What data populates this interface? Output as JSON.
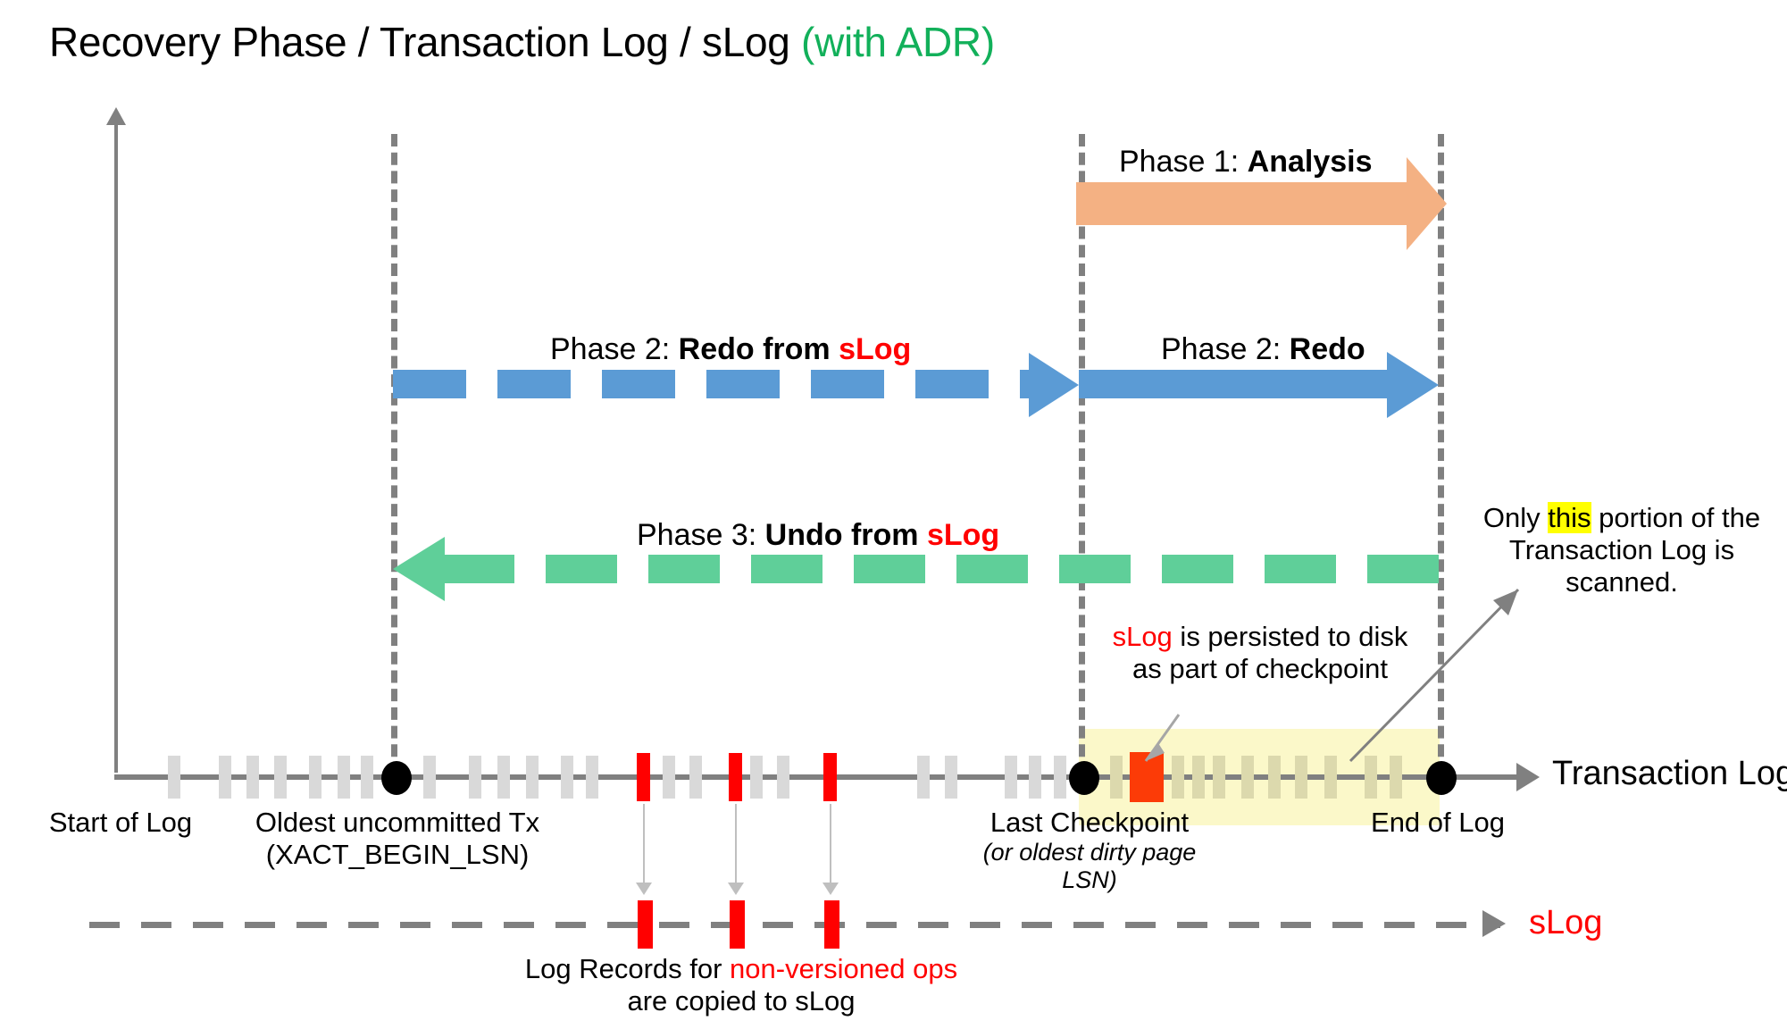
{
  "title": {
    "main": "Recovery Phase / Transaction Log / sLog ",
    "accent": "(with ADR)",
    "accent_color": "#12b05a"
  },
  "colors": {
    "analysis_arrow": "#f4b183",
    "redo_arrow": "#5b9bd5",
    "undo_arrow": "#5fcf99",
    "log_line": "#808080",
    "tick": "#d9d9d9",
    "slog_record": "#ff0000",
    "checkpoint_record": "#fc3b07",
    "highlight_band": "#fbf8c9",
    "emphasis_text": "#ff0000",
    "highlighter": "#ffff00"
  },
  "phases": [
    {
      "id": "phase1",
      "prefix": "Phase 1: ",
      "name": "Analysis",
      "suffix": "",
      "style": "solid",
      "direction": "right",
      "color": "#f4b183",
      "from": "Last Checkpoint",
      "to": "End of Log"
    },
    {
      "id": "phase2-slog",
      "prefix": "Phase 2: ",
      "name": "Redo from ",
      "suffix": "sLog",
      "style": "dashed",
      "direction": "right",
      "color": "#5b9bd5",
      "from": "Oldest uncommitted Tx",
      "to": "Last Checkpoint"
    },
    {
      "id": "phase2-redo",
      "prefix": "Phase 2: ",
      "name": "Redo",
      "suffix": "",
      "style": "solid",
      "direction": "right",
      "color": "#5b9bd5",
      "from": "Last Checkpoint",
      "to": "End of Log"
    },
    {
      "id": "phase3-undo",
      "prefix": "Phase 3: ",
      "name": "Undo from ",
      "suffix": "sLog",
      "style": "dashed",
      "direction": "left",
      "color": "#5fcf99",
      "from": "End of Log",
      "to": "Oldest uncommitted Tx"
    }
  ],
  "timeline": {
    "axis_label": "Transaction Log",
    "slog_axis_label": "sLog",
    "markers": [
      {
        "id": "start-of-log",
        "label": "Start of Log",
        "sub": ""
      },
      {
        "id": "oldest-tx",
        "label": "Oldest uncommitted Tx",
        "sub": "(XACT_BEGIN_LSN)"
      },
      {
        "id": "last-checkpoint",
        "label": "Last Checkpoint",
        "sub": "(or oldest dirty page LSN)"
      },
      {
        "id": "end-of-log",
        "label": "End of Log",
        "sub": ""
      }
    ]
  },
  "annotations": {
    "checkpoint_note": {
      "emphasis": "sLog",
      "rest": " is persisted to disk as part of checkpoint"
    },
    "scan_note": {
      "pre": "Only ",
      "highlight": "this",
      "post": " portion of the Transaction Log is scanned."
    },
    "slog_note": {
      "pre": "Log Records for ",
      "emphasis": "non-versioned ops",
      "post": " are copied to sLog"
    }
  }
}
